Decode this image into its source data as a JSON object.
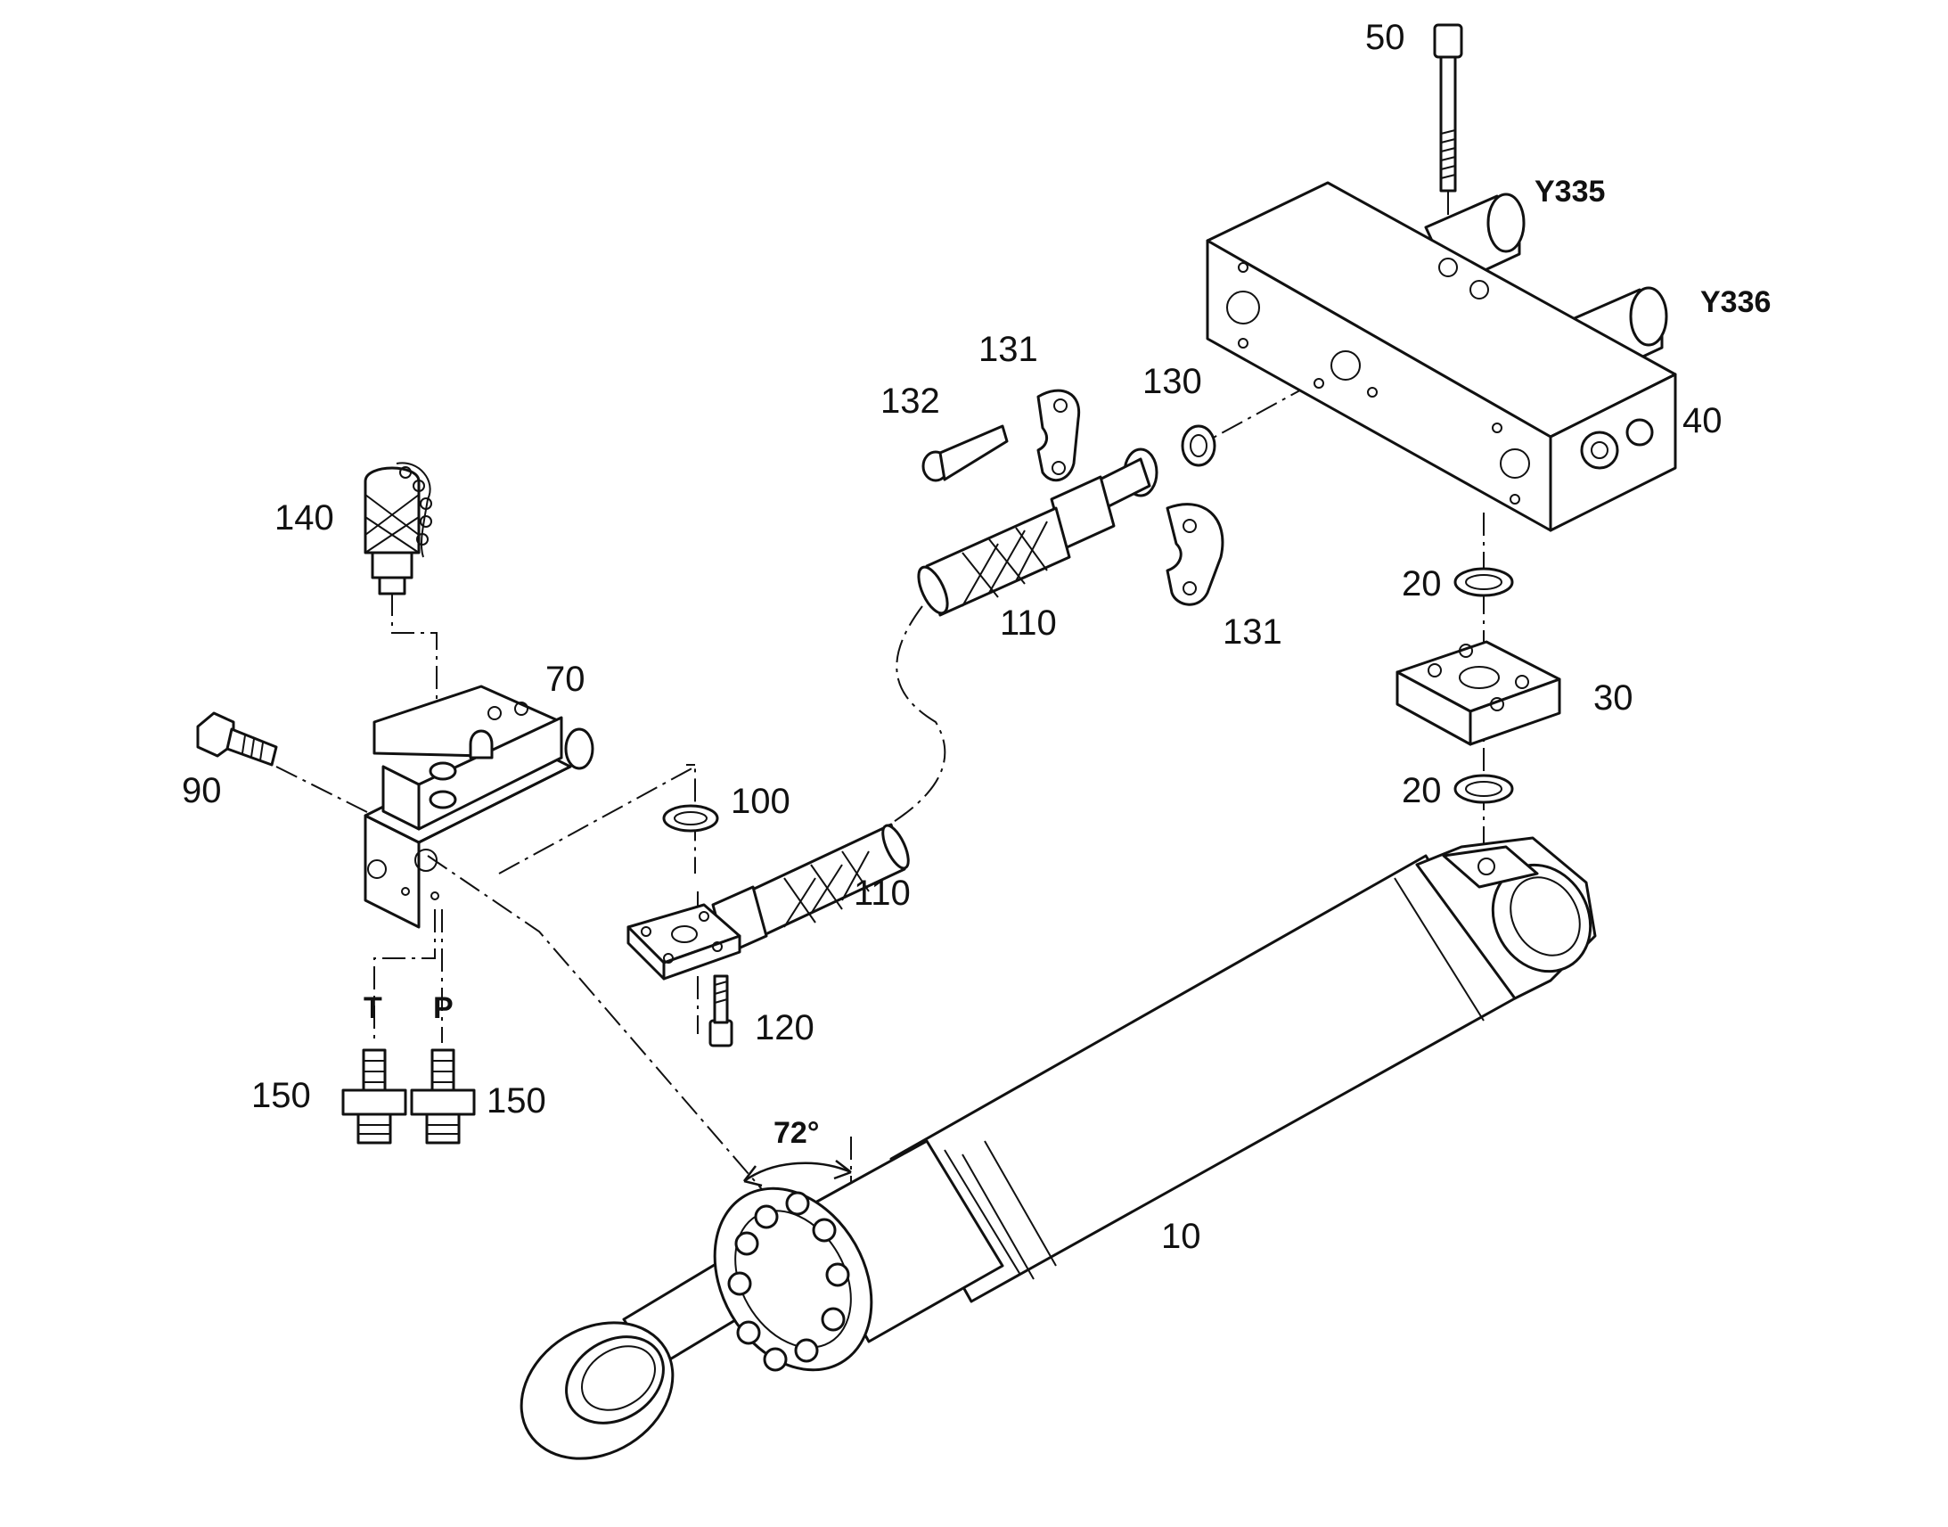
{
  "labels": {
    "l10": "10",
    "l20a": "20",
    "l20b": "20",
    "l30": "30",
    "l40": "40",
    "l50": "50",
    "l70": "70",
    "l90": "90",
    "l100": "100",
    "l110a": "110",
    "l110b": "110",
    "l120": "120",
    "l130": "130",
    "l131a": "131",
    "l131b": "131",
    "l132": "132",
    "l140": "140",
    "l150a": "150",
    "l150b": "150",
    "y335": "Y335",
    "y336": "Y336",
    "t": "T",
    "p": "P",
    "angle": "72°"
  }
}
